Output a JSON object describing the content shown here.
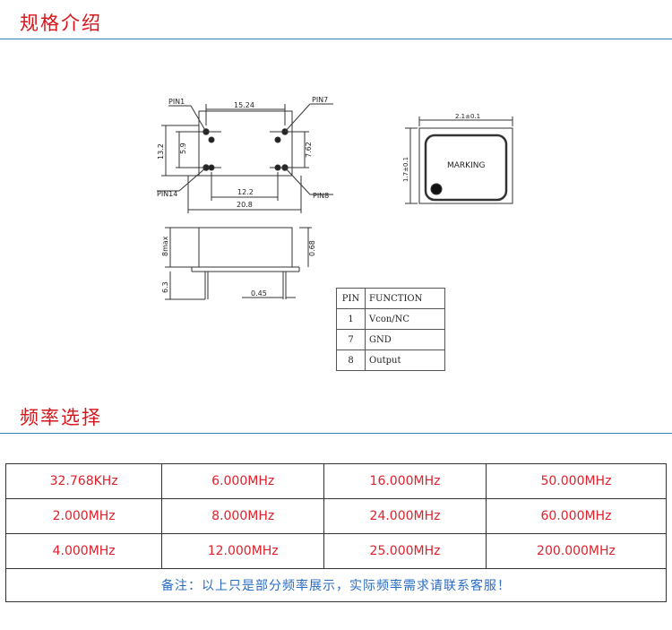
{
  "sections": {
    "spec_title": "规格介绍",
    "freq_title": "频率选择"
  },
  "drawing": {
    "pin1": "PIN1",
    "pin7": "PIN7",
    "pin8": "PIN8",
    "pin14": "PIN14",
    "dim_1524": "15.24",
    "dim_132": "13.2",
    "dim_59": "5.9",
    "dim_762": "7.62",
    "dim_122": "12.2",
    "dim_208": "20.8",
    "dim_8max": "8max",
    "dim_068": "0.68",
    "dim_63": "6.3",
    "dim_045": "0.45",
    "dim_21": "2.1±0.1",
    "dim_17": "1.7±0.1",
    "marking": "MARKING"
  },
  "pin_table": {
    "headers": [
      "PIN",
      "FUNCTION"
    ],
    "rows": [
      {
        "pin": "1",
        "function": "Vcon/NC"
      },
      {
        "pin": "7",
        "function": "GND"
      },
      {
        "pin": "8",
        "function": "Output"
      }
    ]
  },
  "frequencies": [
    [
      "32.768KHz",
      "6.000MHz",
      "16.000MHz",
      "50.000MHz"
    ],
    [
      "2.000MHz",
      "8.000MHz",
      "24.000MHz",
      "60.000MHz"
    ],
    [
      "4.000MHz",
      "12.000MHz",
      "25.000MHz",
      "200.000MHz"
    ]
  ],
  "note": "备注：以上只是部分频率展示，实际频率需求请联系客服！",
  "colors": {
    "title_red": "#d6161b",
    "rule_blue": "#2e86c1",
    "freq_red": "#e0202a",
    "note_blue": "#2a6cc4"
  }
}
